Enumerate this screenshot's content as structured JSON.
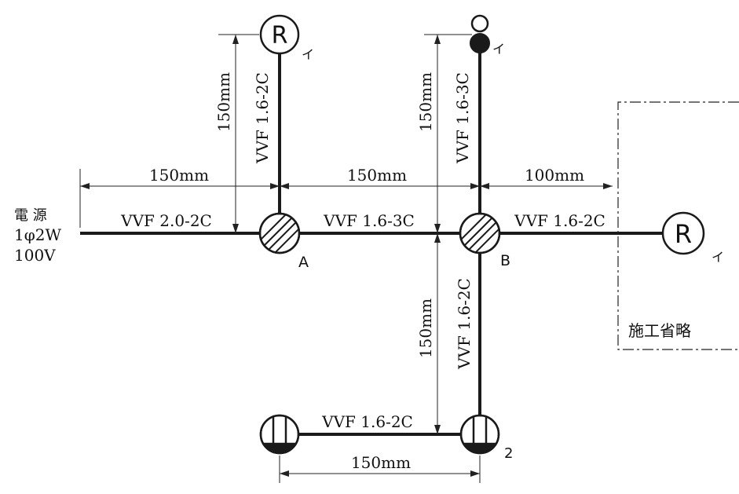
{
  "source": {
    "line1": "電 源",
    "line2": "1φ2W",
    "line3": "100V"
  },
  "cables": {
    "source_to_a": "VVF 2.0-2C",
    "a_to_b": "VVF 1.6-3C",
    "b_to_right": "VVF 1.6-2C",
    "a_up": "VVF 1.6-2C",
    "b_up": "VVF 1.6-3C",
    "b_down": "VVF 1.6-2C",
    "bottom": "VVF 1.6-2C"
  },
  "dimensions": {
    "source_to_a": "150mm",
    "a_to_b": "150mm",
    "b_to_right": "100mm",
    "a_up": "150mm",
    "b_up": "150mm",
    "b_down": "150mm",
    "bottom": "150mm"
  },
  "boxes": {
    "a": "A",
    "b": "B"
  },
  "fixtures": {
    "receptacle_letter": "R",
    "label_i": "イ",
    "outlet_number": "2"
  },
  "omitted_area_label": "施工省略"
}
